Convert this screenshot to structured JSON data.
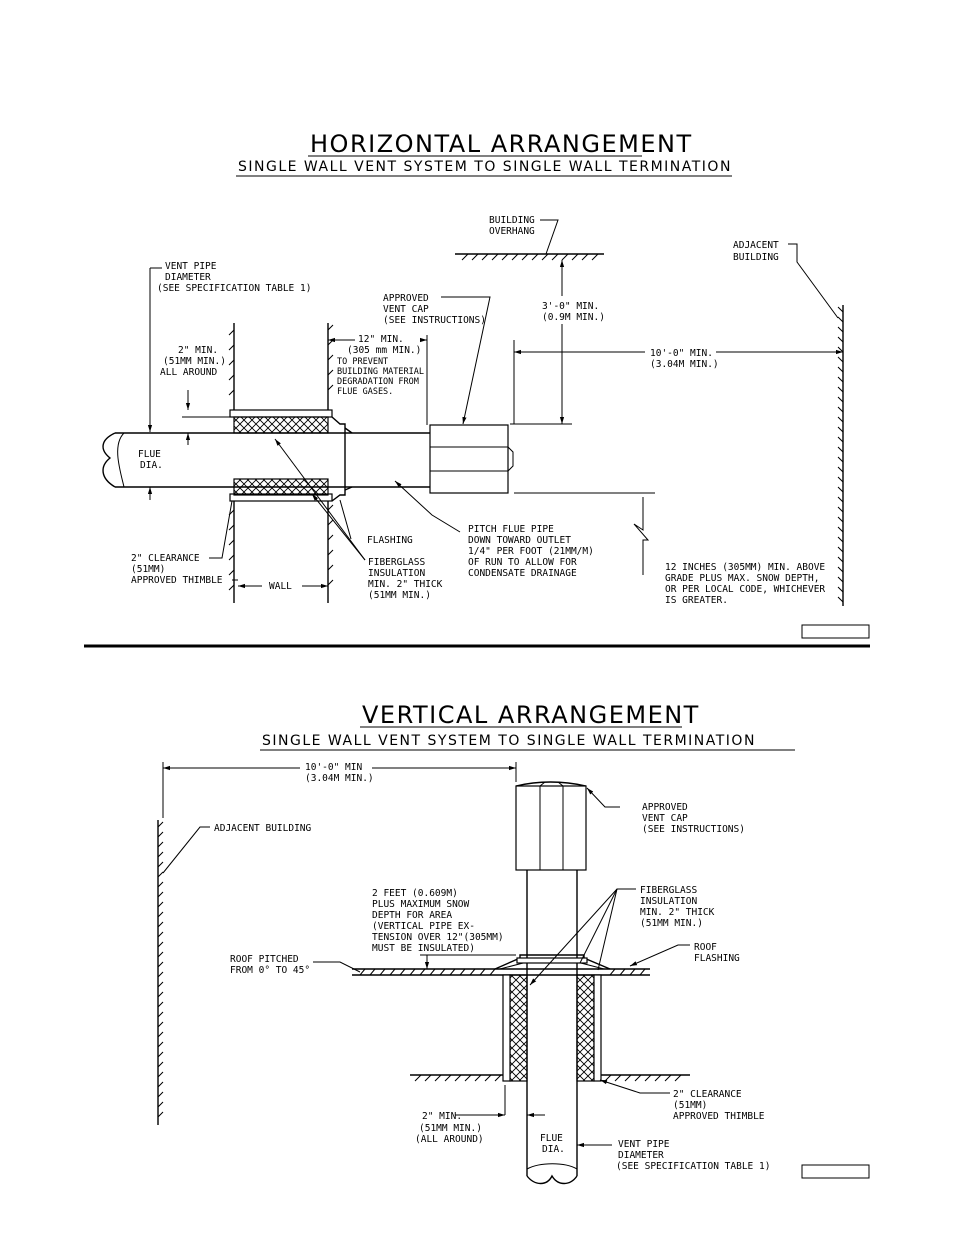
{
  "horizontal": {
    "title": "HORIZONTAL ARRANGEMENT",
    "subtitle": "SINGLE WALL VENT SYSTEM TO SINGLE WALL TERMINATION",
    "labels": {
      "building_overhang": [
        "BUILDING",
        "OVERHANG"
      ],
      "adjacent_building": [
        "ADJACENT",
        "BUILDING"
      ],
      "vent_pipe_diameter": [
        "VENT PIPE",
        "DIAMETER",
        "(SEE SPECIFICATION TABLE 1)"
      ],
      "approved_vent_cap": [
        "APPROVED",
        "VENT CAP",
        "(SEE INSTRUCTIONS)"
      ],
      "three_ft_min": [
        "3'-0\" MIN.",
        "(0.9M MIN.)"
      ],
      "ten_ft_min": [
        "10'-0\" MIN.",
        "(3.04M MIN.)"
      ],
      "twelve_min": [
        "12\" MIN.",
        "(305 mm MIN.)",
        "TO PREVENT",
        "BUILDING MATERIAL",
        "DEGRADATION FROM",
        "FLUE GASES."
      ],
      "two_in_min": [
        "2\" MIN.",
        "(51MM MIN.)",
        "ALL AROUND"
      ],
      "flue_dia": [
        "FLUE",
        "DIA."
      ],
      "flashing": "FLASHING",
      "pitch": [
        "PITCH FLUE PIPE",
        "DOWN TOWARD OUTLET",
        "1/4\" PER FOOT (21MM/M)",
        "OF RUN TO ALLOW FOR",
        "CONDENSATE DRAINAGE"
      ],
      "fiberglass": [
        "FIBERGLASS",
        "INSULATION",
        "MIN. 2\" THICK",
        "(51MM MIN.)"
      ],
      "clearance": [
        "2\" CLEARANCE",
        "(51MM)",
        "APPROVED THIMBLE"
      ],
      "wall": "WALL",
      "grade": [
        "12 INCHES (305MM) MIN. ABOVE",
        "GRADE PLUS MAX. SNOW DEPTH,",
        "OR PER LOCAL CODE, WHICHEVER",
        "IS GREATER."
      ]
    }
  },
  "vertical": {
    "title": "VERTICAL ARRANGEMENT",
    "subtitle": "SINGLE WALL VENT SYSTEM TO SINGLE WALL TERMINATION",
    "labels": {
      "ten_ft_min": [
        "10'-0\" MIN",
        "(3.04M MIN.)"
      ],
      "adjacent_building": "ADJACENT BUILDING",
      "approved_vent_cap": [
        "APPROVED",
        "VENT CAP",
        "(SEE INSTRUCTIONS)"
      ],
      "two_feet": [
        "2 FEET (0.609M)",
        "PLUS MAXIMUM SNOW",
        "DEPTH FOR AREA",
        "(VERTICAL PIPE EX-",
        "TENSION OVER 12\"(305MM)",
        "MUST BE INSULATED)"
      ],
      "fiberglass": [
        "FIBERGLASS",
        "INSULATION",
        "MIN. 2\" THICK",
        "(51MM MIN.)"
      ],
      "roof_pitched": [
        "ROOF PITCHED",
        "FROM 0° TO 45°"
      ],
      "roof_flashing": [
        "ROOF",
        "FLASHING"
      ],
      "clearance": [
        "2\" CLEARANCE",
        "(51MM)",
        "APPROVED THIMBLE"
      ],
      "two_in_min": [
        "2\" MIN.",
        "(51MM MIN.)",
        "(ALL AROUND)"
      ],
      "flue_dia": [
        "FLUE",
        "DIA."
      ],
      "vent_pipe_diameter": [
        "VENT PIPE",
        "DIAMETER",
        "(SEE SPECIFICATION TABLE 1)"
      ]
    }
  }
}
